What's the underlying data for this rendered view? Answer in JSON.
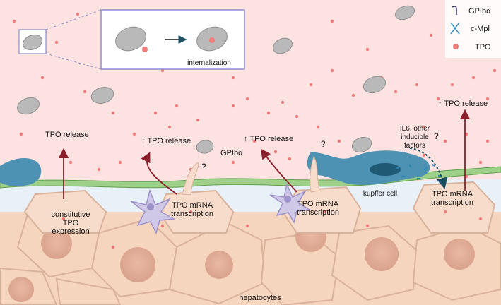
{
  "legend": {
    "items": [
      {
        "label": "GPIbα",
        "icon": "gpib-receptor-icon"
      },
      {
        "label": "c-Mpl",
        "icon": "c-mpl-receptor-icon"
      },
      {
        "label": "TPO",
        "icon": "tpo-dot-icon"
      }
    ]
  },
  "inset": {
    "label": "internalization"
  },
  "labels": {
    "tpo_release_1": "TPO release",
    "tpo_release_2": "↑ TPO release",
    "tpo_release_3": "↑ TPO release",
    "tpo_release_4": "↑ TPO release",
    "gpib": "GPIbα",
    "question": "?",
    "constitutive_1": "constitutive",
    "constitutive_2": "TPO",
    "constitutive_3": "expression",
    "mrna_1a": "TPO mRNA",
    "mrna_1b": "transcription",
    "mrna_2a": "TPO mRNA",
    "mrna_2b": "transcription",
    "mrna_3a": "TPO mRNA",
    "mrna_3b": "transcription",
    "il6_1": "IL6, other",
    "il6_2": "inducible",
    "il6_3": "factors",
    "kupffer": "kupffer cell",
    "hepatocytes": "hepatocytes"
  },
  "colors": {
    "blood": "#fde2e2",
    "tpo_dot": "#f07b7b",
    "platelet": "#b9b9b9",
    "arrow": "#8b1e2b",
    "endothelium": "#9fd08a",
    "kupffer": "#4d92b3",
    "space_of_disse": "#e8f0f8",
    "hepatocyte": "#f6d5bf",
    "stellate": "#cfc8e6"
  }
}
